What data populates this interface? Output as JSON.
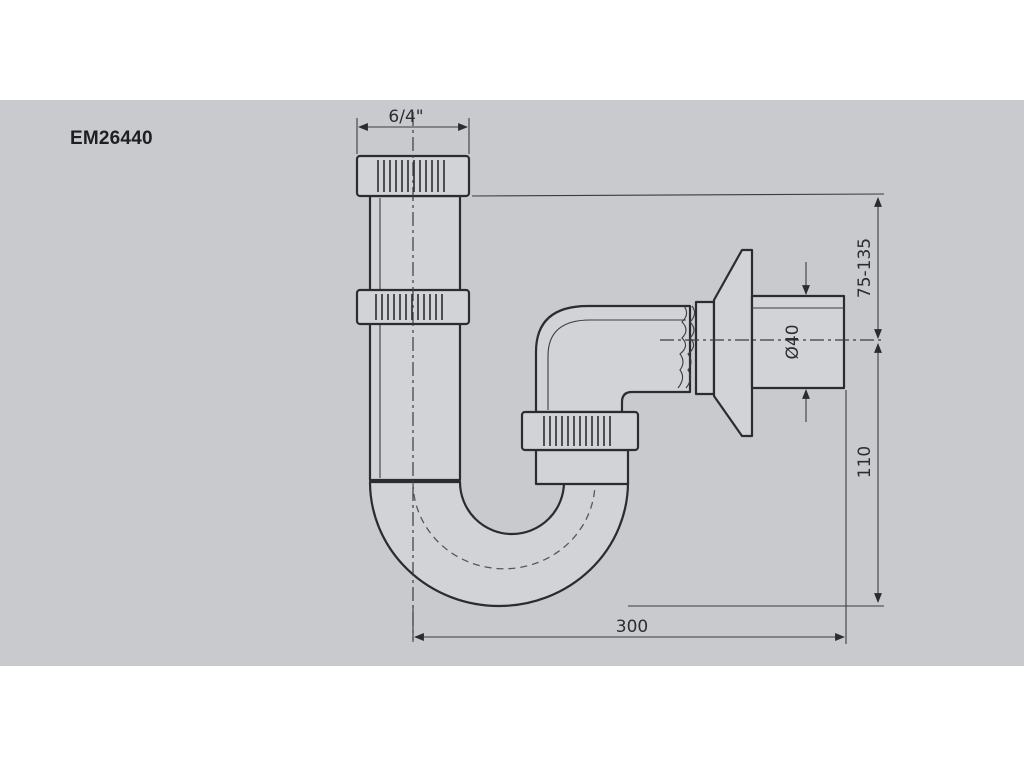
{
  "model_code": "EM26440",
  "dimensions": {
    "top_thread": "6/4\"",
    "diameter": "Ø40",
    "height_range": "75-135",
    "height_lower": "110",
    "width": "300"
  },
  "colors": {
    "paper": "#c9cace",
    "ink": "#2a2c31"
  }
}
